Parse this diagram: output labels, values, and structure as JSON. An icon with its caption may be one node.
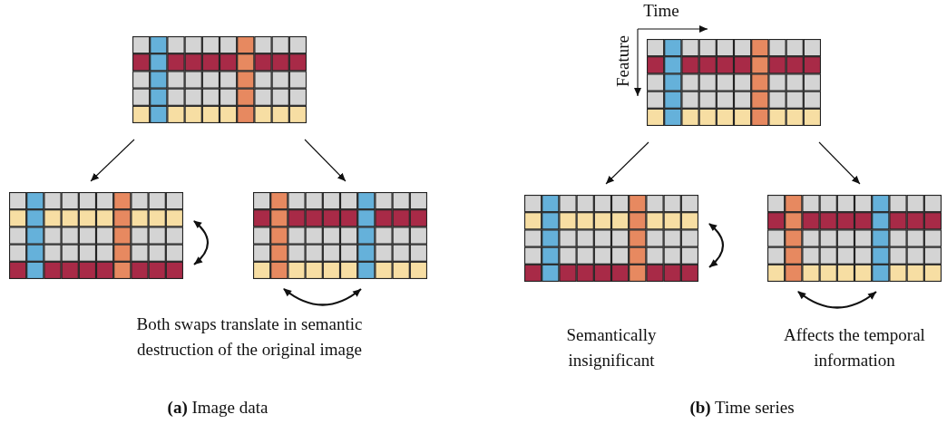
{
  "diagram": {
    "nodes": [
      {
        "text": [],
        "shape": "grid"
      },
      {
        "text": [],
        "shape": "grid"
      },
      {
        "text": [],
        "shape": "grid"
      },
      {
        "text": [],
        "shape": "grid"
      },
      {
        "text": [],
        "shape": "grid",
        "beside": [
          "Semantically insignificant"
        ]
      },
      {
        "text": [],
        "shape": "grid",
        "beside": [
          "Affects the temporal information"
        ]
      }
    ],
    "edges": [
      {
        "from": 0,
        "to": 1,
        "arrow": "to"
      },
      {
        "from": 0,
        "to": 2,
        "arrow": "to"
      },
      {
        "from": 3,
        "to": 4,
        "arrow": "to"
      },
      {
        "from": 3,
        "to": 5,
        "arrow": "to"
      }
    ],
    "labels": [
      "Time",
      "Feature",
      "Both swaps translate in semantic destruction of the original image",
      "**(a)** Image data",
      "**(b)** Time series"
    ]
  }
}
